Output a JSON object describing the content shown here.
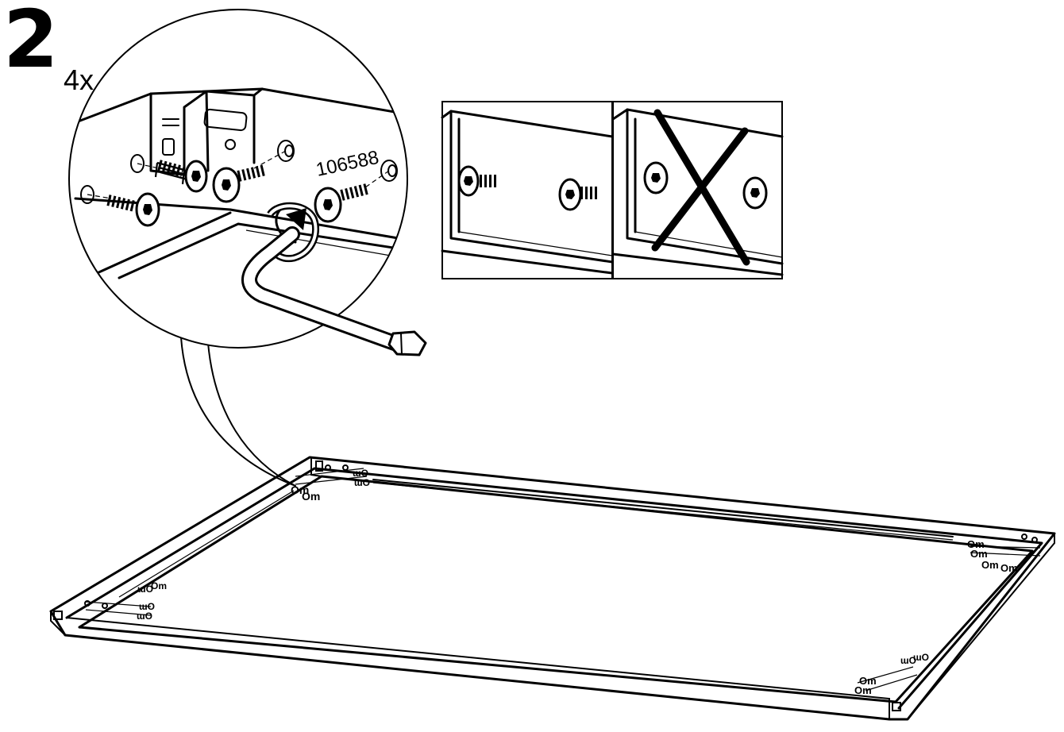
{
  "instruction": {
    "step_number": "2",
    "quantity_label": "4x",
    "part_number": "106588"
  },
  "icons": {
    "detail": "screw-insertion-detail-icon",
    "allen_key": "allen-key-icon",
    "rotate": "rotate-clockwise-arrow-icon",
    "correct": "screw-fully-tightened-icon",
    "incorrect": "crossed-out-screw-flush-icon",
    "frame": "rectangular-frame-icon"
  }
}
